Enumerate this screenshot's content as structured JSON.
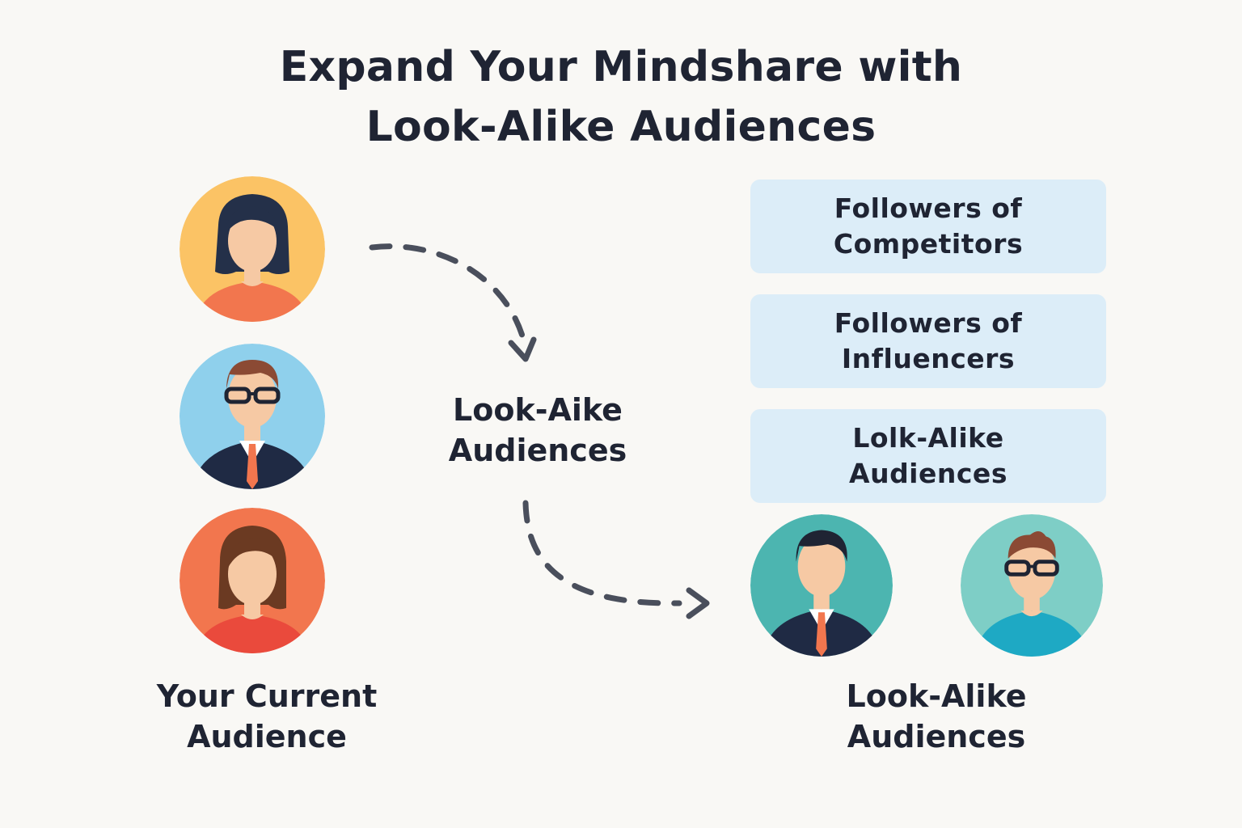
{
  "title": {
    "line1": "Expand Your Mindshare with",
    "line2": "Look-Alike Audiences"
  },
  "center_label": {
    "line1": "Look-Aike",
    "line2": "Audiences"
  },
  "current_audience_label": {
    "line1": "Your Current",
    "line2": "Audience"
  },
  "lookalike_label": {
    "line1": "Look-Alike",
    "line2": "Audiences"
  },
  "boxes": [
    {
      "line1": "Followers of",
      "line2": "Competitors"
    },
    {
      "line1": "Followers of",
      "line2": "Influencers"
    },
    {
      "line1": "Lolk-Alike",
      "line2": "Audiences"
    }
  ],
  "colors": {
    "background": "#f9f8f5",
    "box_fill": "#dcedf8",
    "arrow": "#4a4f5c",
    "avatar_woman_1_bg": "#fbc365",
    "avatar_man_1_bg": "#8fd0ec",
    "avatar_woman_2_bg": "#f2764e",
    "avatar_man_2_bg": "#4cb5b0",
    "avatar_man_3_bg": "#7ecec6"
  },
  "icons": [
    "woman-avatar-icon",
    "businessman-avatar-icon",
    "woman-avatar-icon",
    "businessman-avatar-icon",
    "man-with-glasses-avatar-icon",
    "dashed-arrow-icon"
  ]
}
